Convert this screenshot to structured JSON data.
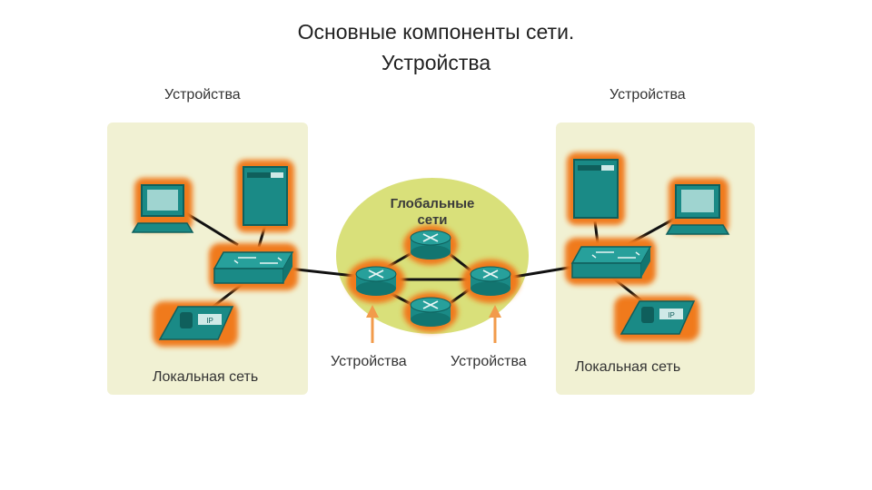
{
  "title": {
    "line1": "Основные компоненты сети.",
    "line2": "Устройства"
  },
  "labels": {
    "left_devices": "Устройства",
    "right_devices": "Устройства",
    "left_lan": "Локальная сеть",
    "right_lan": "Локальная сеть",
    "wan": "Глобальные сети",
    "bottom_devices_left": "Устройства",
    "bottom_devices_right": "Устройства"
  },
  "phone_badge": "IP",
  "colors": {
    "lan_panel": "#f1f1d3",
    "wan_circle": "#d9e07a",
    "device_teal": "#1a8a86",
    "device_dark": "#0f5f5c",
    "glow": "#f07a1a",
    "arrow": "#f29b4b",
    "link": "#111111"
  }
}
